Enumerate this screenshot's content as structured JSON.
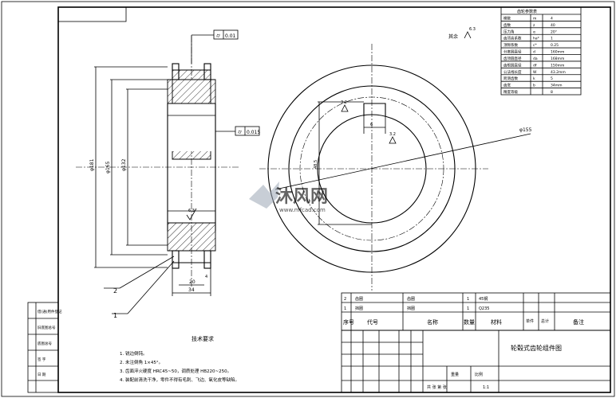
{
  "parameter_table": {
    "title": "齿轮参数表",
    "rows": [
      {
        "name": "模数",
        "symbol": "m",
        "value": "4"
      },
      {
        "name": "齿数",
        "symbol": "z",
        "value": "40"
      },
      {
        "name": "压力角",
        "symbol": "α",
        "value": "20°"
      },
      {
        "name": "齿顶高系数",
        "symbol": "ha*",
        "value": "1"
      },
      {
        "name": "顶隙系数",
        "symbol": "c*",
        "value": "0.25"
      },
      {
        "name": "分度圆直径",
        "symbol": "d",
        "value": "160mm"
      },
      {
        "name": "齿顶圆直径",
        "symbol": "da",
        "value": "168mm"
      },
      {
        "name": "齿根圆直径",
        "symbol": "df",
        "value": "150mm"
      },
      {
        "name": "公法线长度",
        "symbol": "W",
        "value": "43.2mm"
      },
      {
        "name": "跨测齿数",
        "symbol": "k",
        "value": "5"
      },
      {
        "name": "齿宽",
        "symbol": "b",
        "value": "34mm"
      },
      {
        "name": "精度等级",
        "symbol": "",
        "value": "8"
      }
    ]
  },
  "section_view": {
    "gdt_top": "0.01",
    "gdt_right": "0.015",
    "dims": {
      "d_outer": "φ181",
      "d_mid": "φ165",
      "d_inner": "φ132",
      "width": "34",
      "hub": "20",
      "flange": "4"
    },
    "callout_2": "2",
    "callout_1": "1"
  },
  "front_view": {
    "dim_radius": "φ155",
    "dim_key": "6",
    "dim_keyheight": "48.5",
    "roughness_a": "3.2",
    "roughness_b": "3.2",
    "roughness_c": "6.3",
    "roughness_else": "其余"
  },
  "tech_requirements": {
    "title": "技术要求",
    "items": [
      "1. 锐边倒钝。",
      "2. 未注倒角 1×45°。",
      "3. 齿面淬火硬度 HRC45~50，调质处理 HB220~250。",
      "4. 装配前清洗干净，零件不得有毛刺、飞边、氧化皮等缺陷。"
    ]
  },
  "title_block": {
    "row1": [
      "1",
      "挡圈",
      "1",
      "Q235",
      ""
    ],
    "row2": [
      "2",
      "齿圈",
      "1",
      "45钢",
      ""
    ],
    "headers": [
      "序号",
      "代号",
      "名称",
      "数量",
      "材料",
      "单件",
      "总计",
      "备注"
    ],
    "drawing_name": "轮毂式齿轮组件图",
    "weight_label": "重量",
    "scale_label": "比例",
    "sheet": "共  张  第  张",
    "scale": "1:1"
  },
  "side_strip": {
    "labels": [
      "借(通)用件登记",
      "旧底图总号",
      "底图总号",
      "签 字",
      "日 期"
    ]
  },
  "watermark": {
    "brand": "沐风网",
    "url": "www.mfcad.com"
  }
}
